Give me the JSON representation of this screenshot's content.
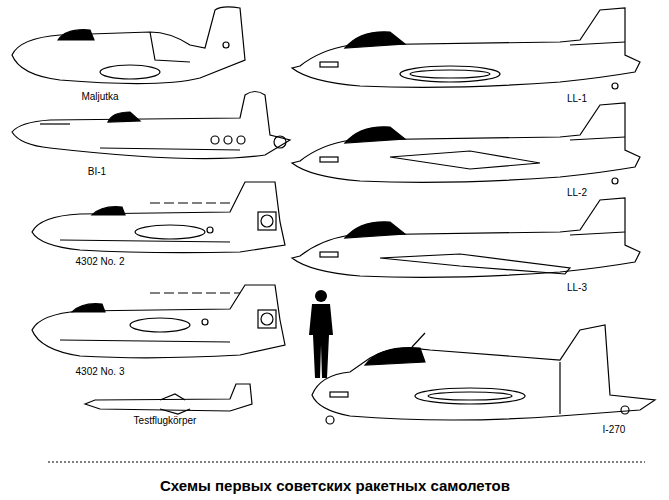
{
  "diagram": {
    "caption": "Схемы первых советских ракетных самолетов",
    "labels": [
      "Maljutka",
      "LL-1",
      "BI-1",
      "LL-2",
      "4302 No. 2",
      "LL-3",
      "4302 No. 3",
      "Testflugkörper",
      "I-270"
    ]
  }
}
